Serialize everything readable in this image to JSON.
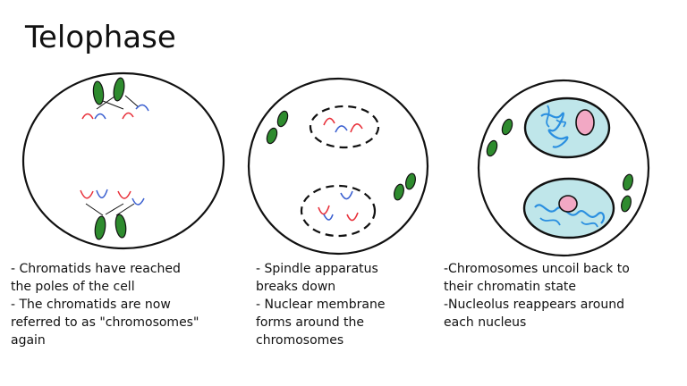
{
  "title": "Telophase",
  "colors": {
    "outline": "#111111",
    "chromosome_green": "#2e8b2e",
    "red_chromatid": "#e8303a",
    "blue_chromatid": "#3a5fd0",
    "nucleus_fill": "#bfe6ea",
    "nucleolus_fill": "#f2a8c4",
    "chromatin_blue": "#2a8fe0"
  },
  "captions": [
    {
      "lines": [
        "- Chromatids have reached",
        "the poles of the cell",
        "-  The chromatids are now",
        "referred to as \"chromosomes\"",
        "again"
      ]
    },
    {
      "lines": [
        "- Spindle apparatus",
        "breaks down",
        "- Nuclear membrane",
        "forms around the",
        "chromosomes"
      ]
    },
    {
      "lines": [
        "-Chromosomes uncoil back to",
        "their chromatin state",
        "-Nucleolus reappears around",
        "each nucleus"
      ]
    }
  ]
}
